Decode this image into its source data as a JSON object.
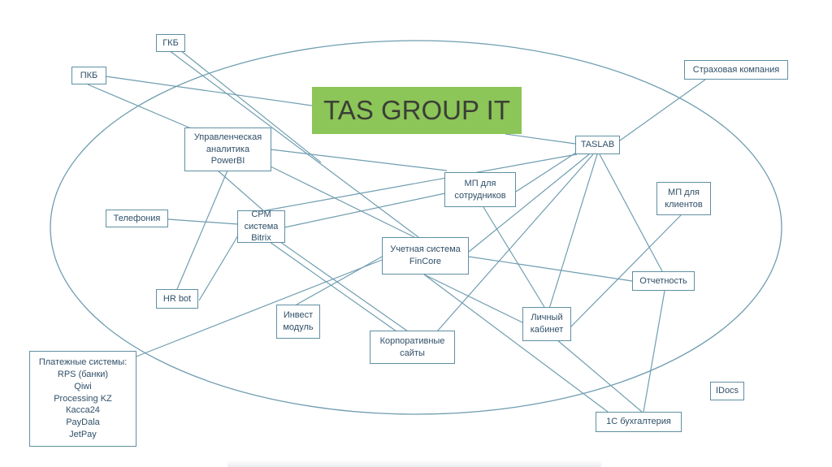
{
  "title": "TAS GROUP IT",
  "colors": {
    "line": "#6f9db0",
    "title_bg": "#8cc558",
    "node_border": "#5f8fa3",
    "text": "#2f4f68"
  },
  "nodes": {
    "gkb": "ГКБ",
    "pkb": "ПКБ",
    "insurance": "Страховая компания",
    "taslab": "TASLAB",
    "analytics": "Управленческая\nаналитика\nPowerBI",
    "mp_staff": "МП для\nсотрудников",
    "mp_clients": "МП для\nклиентов",
    "telephony": "Телефония",
    "crm": "СРМ система\nBitrix",
    "fincore": "Учетная система\nFinCore",
    "reports": "Отчетность",
    "hrbot": "HR bot",
    "invest": "Инвест\nмодуль",
    "cabinet": "Личный\nкабинет",
    "corporate": "Корпоративные\nсайты",
    "payments": "Платежные системы:\nRPS (банки)\nQiwi\nProcessing KZ\nКасса24\nPayDala\nJetPay",
    "idocs": "IDocs",
    "accounting": "1С бухгалтерия"
  }
}
